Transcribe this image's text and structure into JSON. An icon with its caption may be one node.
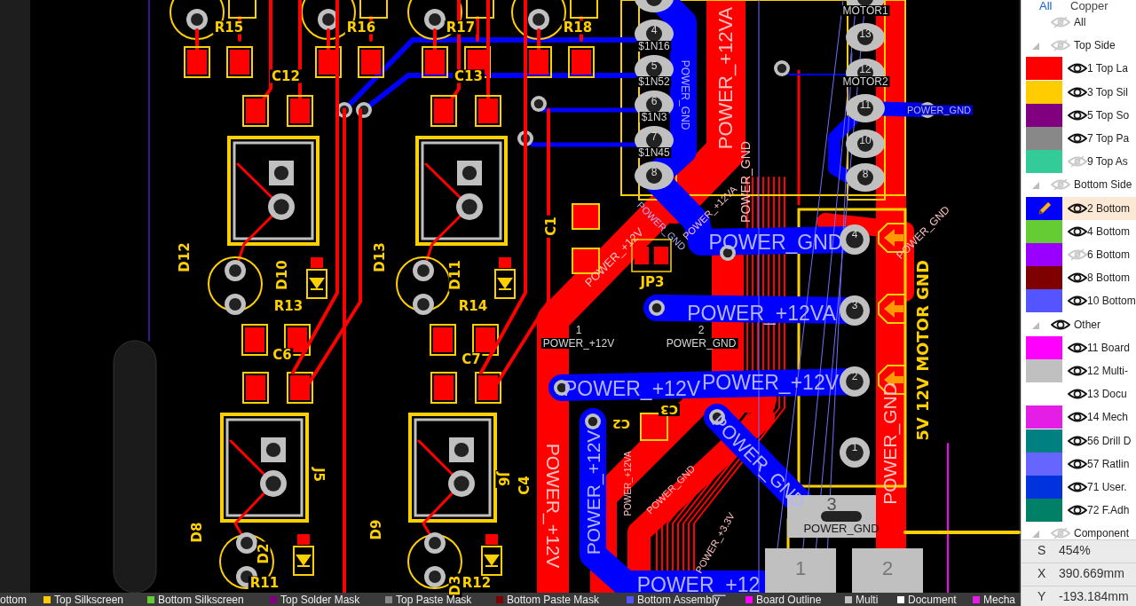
{
  "diagram": {
    "labels": [
      "All",
      "Copper",
      "R15",
      "R16",
      "R17",
      "R18",
      "4",
      "$1N16",
      "5",
      "$1N52",
      "6",
      "$1N3",
      "7",
      "$1N45",
      "8",
      "POWER_GND",
      "POWER_+12VA",
      "MOTOR1",
      "13",
      "12",
      "MOTOR2",
      "11",
      "POWER_GND",
      "10",
      "8",
      "C12",
      "C13",
      "C1",
      "D12",
      "D10",
      "D13",
      "D11",
      "POWER_+12V",
      "POWER_GND",
      "POWER_+12VA",
      "POWER_GND",
      "4",
      "POWER_GND",
      "JP3",
      "R13",
      "R14",
      "POWER_+12VA",
      "3",
      "POWER_GND",
      "1",
      "POWER_+12V",
      "2",
      "POWER_GND",
      "C6",
      "C7",
      "5V 12V MOTOR GND",
      "POWER_+12V",
      "POWER_+12V",
      "2",
      "C3",
      "C2",
      "POWER_+12VA",
      "1",
      "POWER_GND",
      "POWER_GND",
      "J5",
      "J6",
      "C4",
      "POWER_+12V",
      "POWER_+12V",
      "POWER_GND",
      "POWER_+3.3V",
      "3",
      "POWER_GND",
      "D8",
      "D9",
      "D2",
      "1",
      "2",
      "R11",
      "D3",
      "R12",
      "POWER_+12",
      "ottom",
      "Top Silkscreen",
      "Bottom Silkscreen",
      "Top Solder Mask",
      "Top Paste Mask",
      "Bottom Paste Mask",
      "Bottom Assembly",
      "Board Outline",
      "Multi",
      "Document",
      "Mecha",
      "S",
      "454%",
      "X",
      "390.669mm",
      "Y",
      "-193.184mm"
    ],
    "legend": [
      {
        "text": "All"
      },
      {
        "text": "Top Side"
      },
      {
        "text": "1 Top La",
        "color": "#ff0000"
      },
      {
        "text": "3 Top Sil",
        "color": "#ffcc00"
      },
      {
        "text": "5 Top So",
        "color": "#800080"
      },
      {
        "text": "7 Top Pa",
        "color": "#888888"
      },
      {
        "text": "9 Top As",
        "color": "#33cc99"
      },
      {
        "text": "Bottom Side"
      },
      {
        "text": "2 Bottom",
        "color": "#0000ff"
      },
      {
        "text": "4 Bottom",
        "color": "#66cc33"
      },
      {
        "text": "6 Bottom",
        "color": "#9900ff"
      },
      {
        "text": "8 Bottom",
        "color": "#7f0000"
      },
      {
        "text": "10 Bottom",
        "color": "#5555ff"
      },
      {
        "text": "Other"
      },
      {
        "text": "11 Board",
        "color": "#ff00ff"
      },
      {
        "text": "12 Multi-",
        "color": "#c0c0c0"
      },
      {
        "text": "13 Docu",
        "color": "#ffffff"
      },
      {
        "text": "14 Mech",
        "color": "#e51ee5"
      },
      {
        "text": "56 Drill D",
        "color": "#008080"
      },
      {
        "text": "57 Ratlin",
        "color": "#6666ff"
      },
      {
        "text": "71 User.",
        "color": "#0033dd"
      },
      {
        "text": "72 F.Adh",
        "color": "#008066"
      },
      {
        "text": "Component"
      }
    ]
  }
}
